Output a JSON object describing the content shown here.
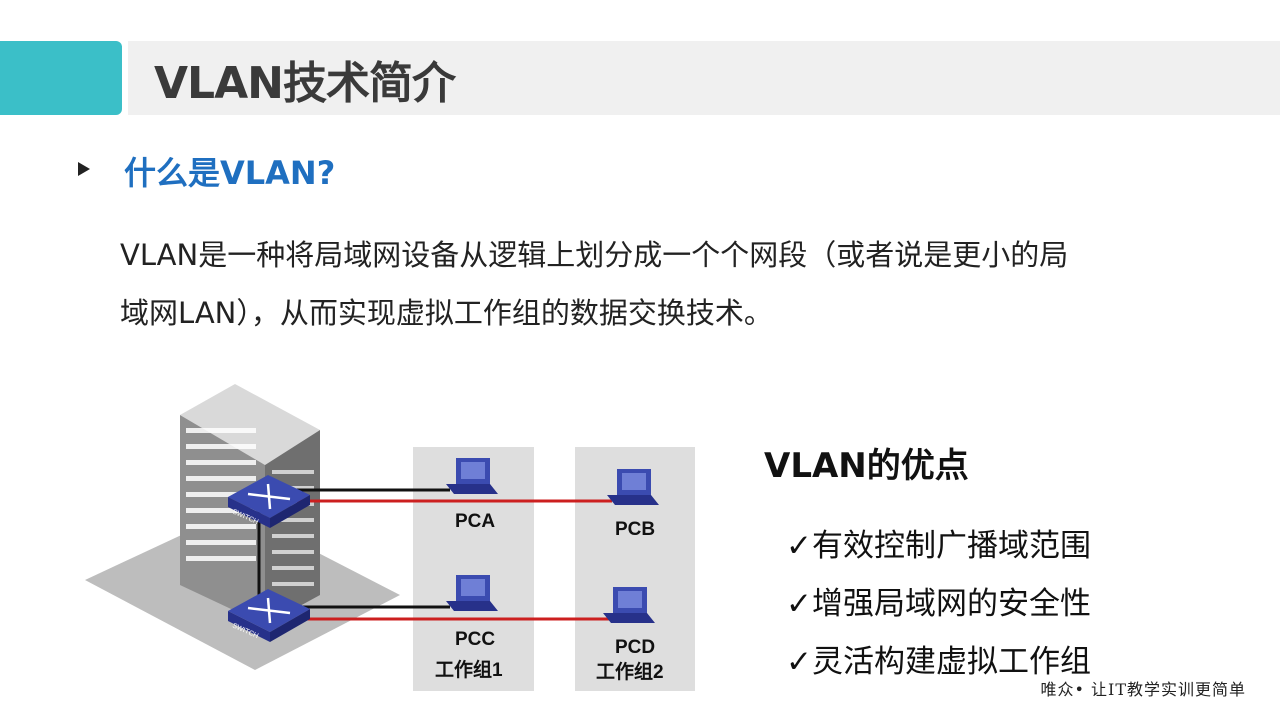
{
  "title": "VLAN技术简介",
  "question": "什么是VLAN?",
  "paragraph": {
    "line1": "VLAN是一种将局域网设备从逻辑上划分成一个个网段（或者说是更小的局",
    "line2": "域网LAN），从而实现虚拟工作组的数据交换技术。"
  },
  "diagram": {
    "switch_label": "SWITCH",
    "pcs": [
      "PCA",
      "PCB",
      "PCC",
      "PCD"
    ],
    "groups": [
      "工作组1",
      "工作组2"
    ],
    "link_colors": {
      "black": "#111111",
      "red": "#cc1f1f"
    }
  },
  "advantages": {
    "title": "VLAN的优点",
    "items": [
      "✓有效控制广播域范围",
      "✓增强局域网的安全性",
      "✓灵活构建虚拟工作组"
    ]
  },
  "footer": "唯众• 让IT教学实训更简单",
  "colors": {
    "accent": "#3bbfc8",
    "question": "#1f6fc0",
    "title_bar": "#f0f0f0"
  }
}
